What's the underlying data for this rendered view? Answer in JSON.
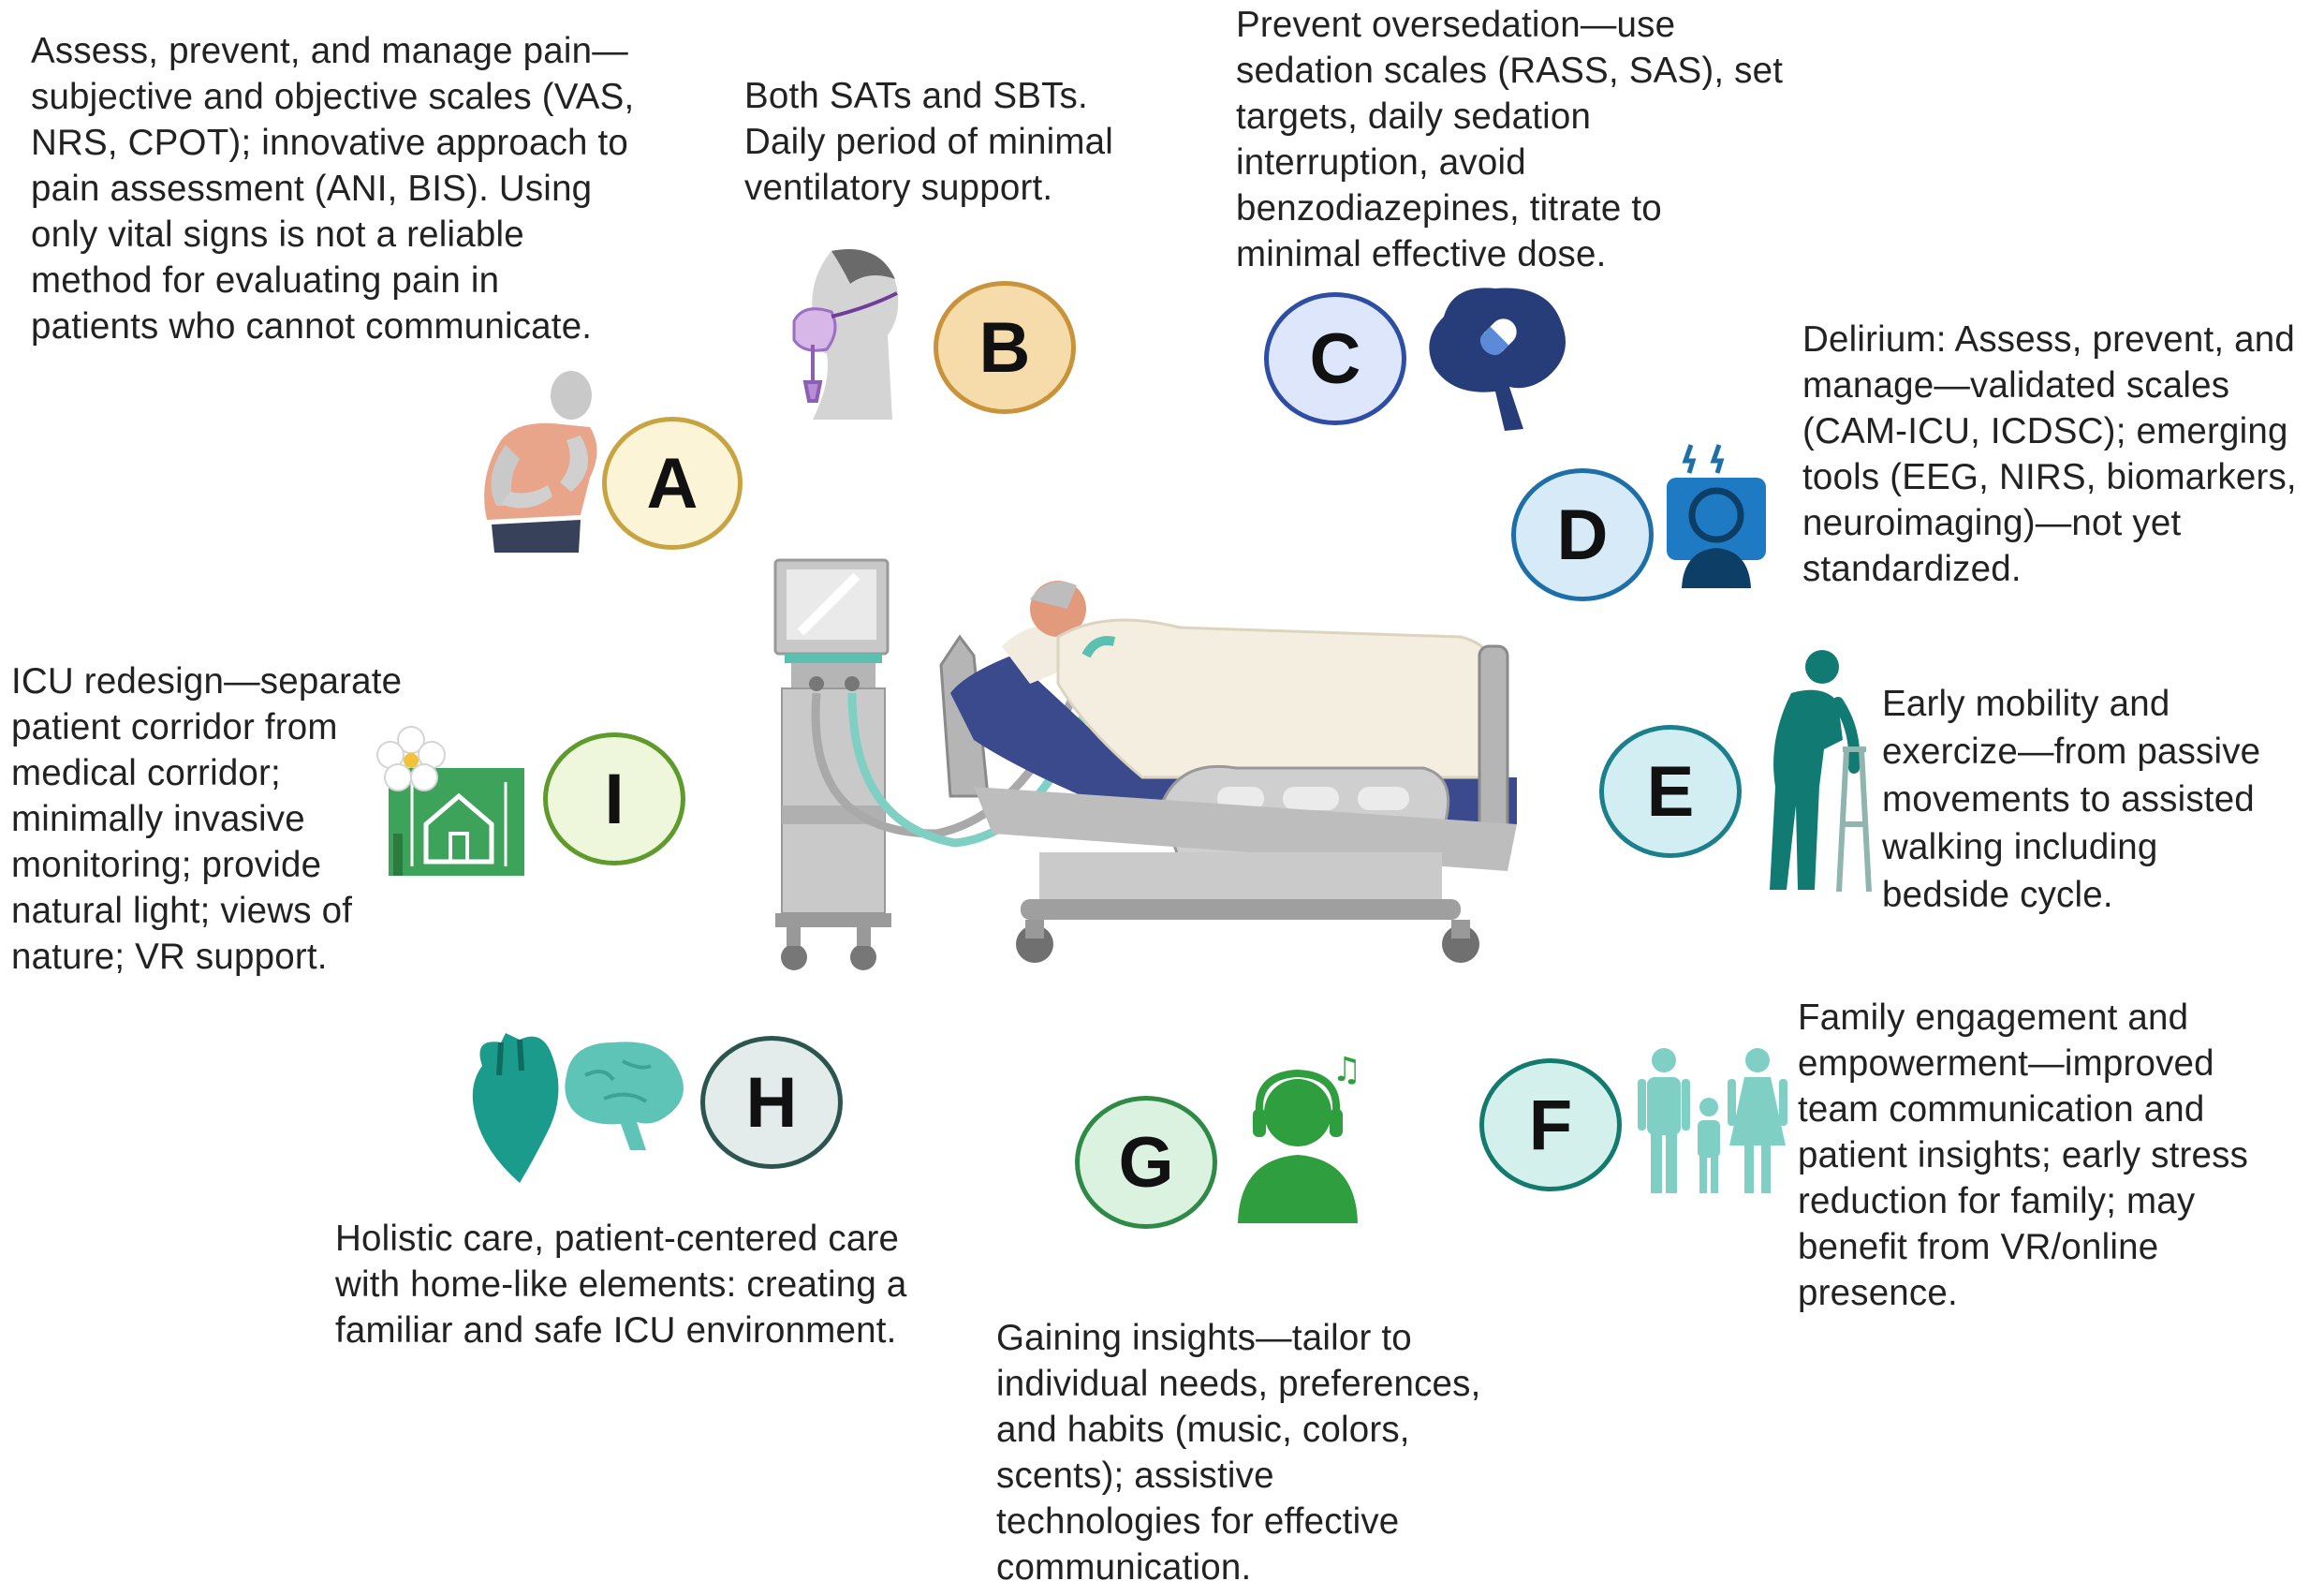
{
  "items": [
    {
      "letter": "A",
      "fill": "#fbf4d6",
      "stroke": "#c8a341",
      "text": "Assess, prevent, and manage pain—\nsubjective and objective scales (VAS,\nNRS, CPOT); innovative approach to\npain assessment (ANI, BIS). Using\nonly vital signs is not a reliable\nmethod for evaluating pain in\npatients who cannot communicate."
    },
    {
      "letter": "B",
      "fill": "#f6dcaa",
      "stroke": "#c8933a",
      "text": "Both SATs and SBTs.\nDaily period of minimal\nventilatory support."
    },
    {
      "letter": "C",
      "fill": "#dde6fa",
      "stroke": "#2e4ea5",
      "text": "Prevent oversedation—use\nsedation scales (RASS, SAS), set\ntargets, daily sedation\ninterruption, avoid\nbenzodiazepines, titrate to\nminimal effective dose."
    },
    {
      "letter": "D",
      "fill": "#d7eaf8",
      "stroke": "#1e6ea8",
      "text": "Delirium: Assess, prevent, and\nmanage—validated scales\n(CAM-ICU, ICDSC); emerging\ntools (EEG, NIRS, biomarkers,\nneuroimaging)—not yet\nstandardized."
    },
    {
      "letter": "E",
      "fill": "#d3eef2",
      "stroke": "#1b7f8c",
      "text": "Early mobility and\nexercize—from passive\nmovements to assisted\nwalking including\nbedside cycle."
    },
    {
      "letter": "F",
      "fill": "#d3f0ec",
      "stroke": "#137b6e",
      "text": "Family engagement and\nempowerment—improved\nteam communication and\npatient insights; early stress\nreduction for family; may\nbenefit from VR/online\npresence."
    },
    {
      "letter": "G",
      "fill": "#dbf2e0",
      "stroke": "#2f8a48",
      "text": "Gaining insights—tailor to\nindividual needs, preferences,\nand habits (music, colors,\nscents); assistive\ntechnologies for effective\ncommunication."
    },
    {
      "letter": "H",
      "fill": "#e3ecea",
      "stroke": "#2d5550",
      "text": "Holistic care, patient-centered care\nwith home-like elements: creating a\nfamiliar and safe ICU environment."
    },
    {
      "letter": "I",
      "fill": "#eef6dc",
      "stroke": "#5e9a2c",
      "text": "ICU redesign—separate\npatient corridor from\nmedical corridor;\nminimally invasive\nmonitoring; provide\nnatural light; views of\nnature; VR support."
    }
  ]
}
